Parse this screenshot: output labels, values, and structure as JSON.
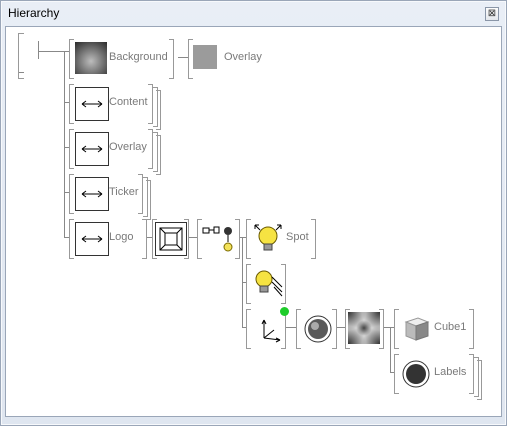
{
  "window": {
    "title": "Hierarchy",
    "close_glyph": "⊠"
  },
  "nodes": {
    "background": {
      "label": "Background",
      "icon": "gradient-icon"
    },
    "overlay_root": {
      "label": "Overlay",
      "icon": "gray-square-icon"
    },
    "content": {
      "label": "Content",
      "icon": "horizontal-arrow-icon"
    },
    "overlay": {
      "label": "Overlay",
      "icon": "horizontal-arrow-icon"
    },
    "ticker": {
      "label": "Ticker",
      "icon": "horizontal-arrow-icon"
    },
    "logo": {
      "label": "Logo",
      "icon": "horizontal-arrow-icon"
    },
    "frame": {
      "label": "",
      "icon": "frame-icon"
    },
    "light_group": {
      "label": "",
      "icon": "light-group-icon"
    },
    "spot": {
      "label": "Spot",
      "icon": "spot-light-icon"
    },
    "directional": {
      "label": "",
      "icon": "directional-light-icon"
    },
    "axes": {
      "label": "",
      "icon": "axes-icon"
    },
    "material": {
      "label": "",
      "icon": "sphere-material-icon"
    },
    "texture": {
      "label": "",
      "icon": "texture-icon"
    },
    "cube": {
      "label": "Cube1",
      "icon": "cube-icon"
    },
    "labels": {
      "label": "Labels",
      "icon": "label-disc-icon"
    }
  },
  "colors": {
    "active_dot": "#1ecc2a"
  }
}
